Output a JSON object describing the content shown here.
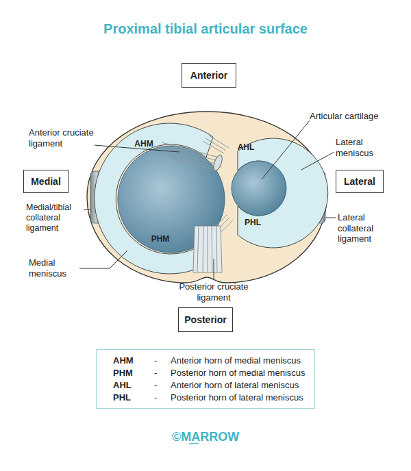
{
  "diagram": {
    "title": "Proximal tibial articular surface",
    "nodes": [
      {
        "text": [
          "Anterior"
        ]
      },
      {
        "text": [
          "Medial"
        ]
      },
      {
        "text": [
          "Lateral"
        ]
      },
      {
        "text": [
          "Posterior"
        ]
      },
      {
        "text": [
          "AHM",
          "-",
          "Anterior horn of medial meniscus",
          "PHM",
          "-",
          "Posterior horn of medial meniscus",
          "AHL",
          "-",
          "Anterior horn of lateral meniscus",
          "PHL",
          "-",
          "Posterior horn of lateral meniscus"
        ]
      }
    ],
    "labels": [
      "Anterior cruciate ligament",
      "AHM",
      "AHL",
      "Articular cartilage",
      "Lateral meniscus",
      "Medial/tibial collateral ligament",
      "PHL",
      "Lateral collateral ligament",
      "PHM",
      "Medial meniscus",
      "Posterior cruciate ligament",
      "©MARROW"
    ]
  }
}
